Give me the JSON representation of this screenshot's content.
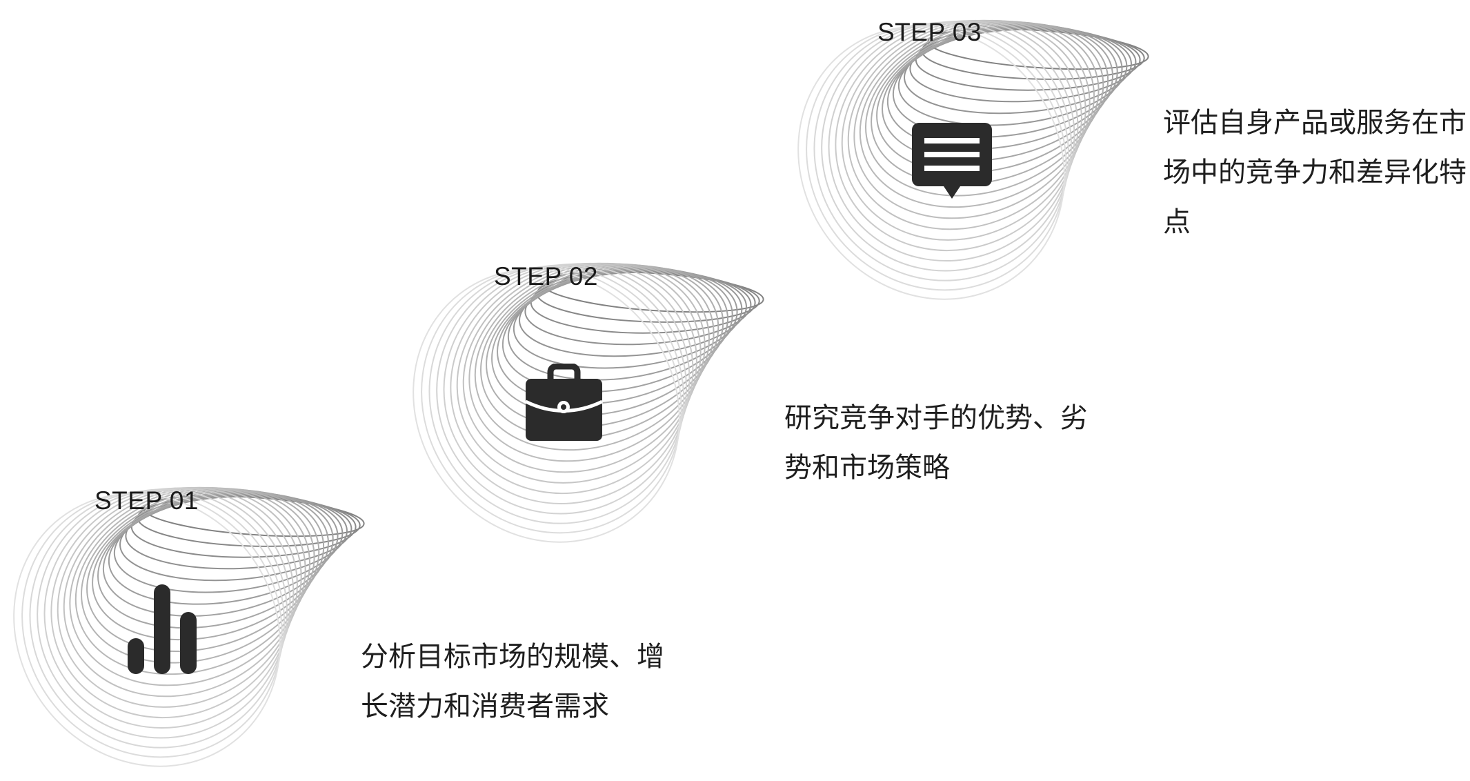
{
  "steps": [
    {
      "label": "STEP 01",
      "icon": "bar-chart-icon",
      "desc_lines": [
        "分析目标市场的规模、增",
        "长潜力和消费者需求"
      ]
    },
    {
      "label": "STEP 02",
      "icon": "briefcase-icon",
      "desc_lines": [
        "研究竞争对手的优势、劣",
        "势和市场策略"
      ]
    },
    {
      "label": "STEP 03",
      "icon": "speech-bubble-icon",
      "desc_lines": [
        "评估自身产品或服务在市",
        "场中的竞争力和差异化特",
        "点"
      ]
    }
  ],
  "colors": {
    "icon": "#2b2b2b",
    "text": "#1e1e1e",
    "swirl": "#9a9a9a"
  }
}
